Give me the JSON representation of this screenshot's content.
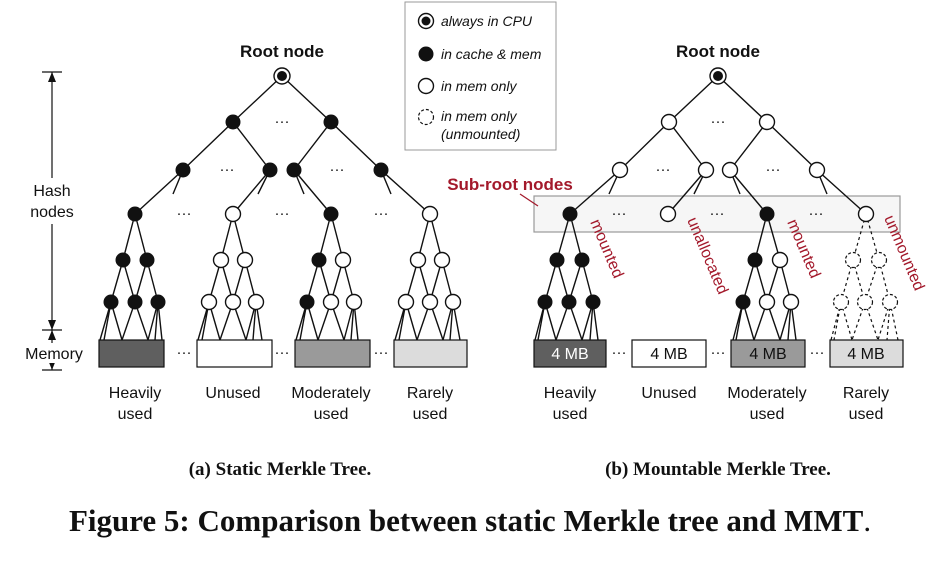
{
  "legend": {
    "always_cpu": "always in CPU",
    "cache_mem": "in cache & mem",
    "mem_only": "in mem only",
    "mem_only_unmounted_1": "in mem only",
    "mem_only_unmounted_2": "(unmounted)"
  },
  "left": {
    "root_label": "Root node",
    "axis_hash_1": "Hash",
    "axis_hash_2": "nodes",
    "axis_memory": "Memory",
    "blocks": [
      {
        "l1": "Heavily",
        "l2": "used",
        "color": "#5f5f5f"
      },
      {
        "l1": "Unused",
        "l2": "",
        "color": "#ffffff"
      },
      {
        "l1": "Moderately",
        "l2": "used",
        "color": "#9a9a9a"
      },
      {
        "l1": "Rarely",
        "l2": "used",
        "color": "#dcdcdc"
      }
    ],
    "caption": "(a) Static Merkle Tree."
  },
  "right": {
    "root_label": "Root node",
    "subroot_label": "Sub-root nodes",
    "status": [
      "mounted",
      "unallocated",
      "mounted",
      "unmounted"
    ],
    "blocks": [
      {
        "size": "4 MB",
        "l1": "Heavily",
        "l2": "used",
        "color": "#5f5f5f",
        "text_color": "#ffffff"
      },
      {
        "size": "4 MB",
        "l1": "Unused",
        "l2": "",
        "color": "#ffffff",
        "text_color": "#111111"
      },
      {
        "size": "4 MB",
        "l1": "Moderately",
        "l2": "used",
        "color": "#9a9a9a",
        "text_color": "#111111"
      },
      {
        "size": "4 MB",
        "l1": "Rarely",
        "l2": "used",
        "color": "#dcdcdc",
        "text_color": "#111111"
      }
    ],
    "caption": "(b) Mountable Merkle Tree."
  },
  "ellipsis": "···",
  "figure_caption": "Figure 5: Comparison between static Merkle tree and MMT",
  "figure_caption_period": ".",
  "colors": {
    "accent_red": "#a3192b",
    "highlight_box": "#f0f0f0"
  }
}
